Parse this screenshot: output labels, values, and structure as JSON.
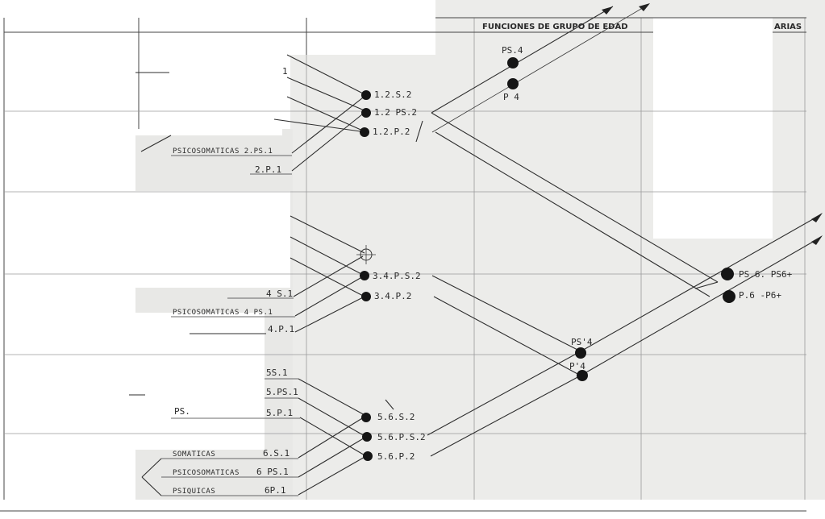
{
  "header": {
    "functions_title": "FUNCIONES DE GRUPO DE EDAD",
    "aria_fragment": "ARIAS"
  },
  "left_labels": {
    "l1": "1",
    "l2": "PSICOSOMATICAS 2.PS.1",
    "l3": "2.P.1",
    "l4": "4 S.1",
    "l5": "PSICOSOMATICAS 4 PS.1",
    "l6": "4.P.1",
    "l7": "5S.1",
    "l8": "5.PS.1",
    "l9": "PS.",
    "l10": "5.P.1",
    "l11_a": "SOMATICAS",
    "l11_b": "6.S.1",
    "l12_a": "PSICOSOMATICAS",
    "l12_b": "6 PS.1",
    "l13_a": "PSIQUICAS",
    "l13_b": "6P.1"
  },
  "node_labels": {
    "n12s2": "1.2.S.2",
    "n12ps2": "1.2 PS.2",
    "n12p2": "1.2.P.2",
    "n34ps2": "3.4.P.S.2",
    "n34p2": "3.4.P.2",
    "n56s2": "5.6.S.2",
    "n56ps2": "5.6.P.S.2",
    "n56p2": "5.6.P.2",
    "ps4_top": "PS.4",
    "p4_top": "P 4",
    "ps4_mid": "PS'4",
    "p4_mid": "P'4",
    "ps6": "PS.6. PS6+",
    "p6": "P.6 -P6+"
  }
}
